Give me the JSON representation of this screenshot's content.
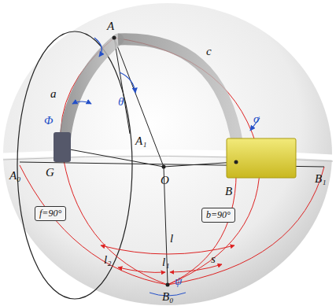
{
  "diagram": {
    "nodes": [
      {
        "text": [
          "f=90°"
        ]
      },
      {
        "text": [
          "b=90°"
        ]
      }
    ],
    "labels": [
      "A",
      "c",
      "a",
      "Φ",
      "θ",
      "G",
      "A₁",
      "σ",
      "A₀",
      "O",
      "B",
      "B₁",
      "l",
      "l₂",
      "l₁",
      "s",
      "ψ",
      "B₀"
    ]
  }
}
